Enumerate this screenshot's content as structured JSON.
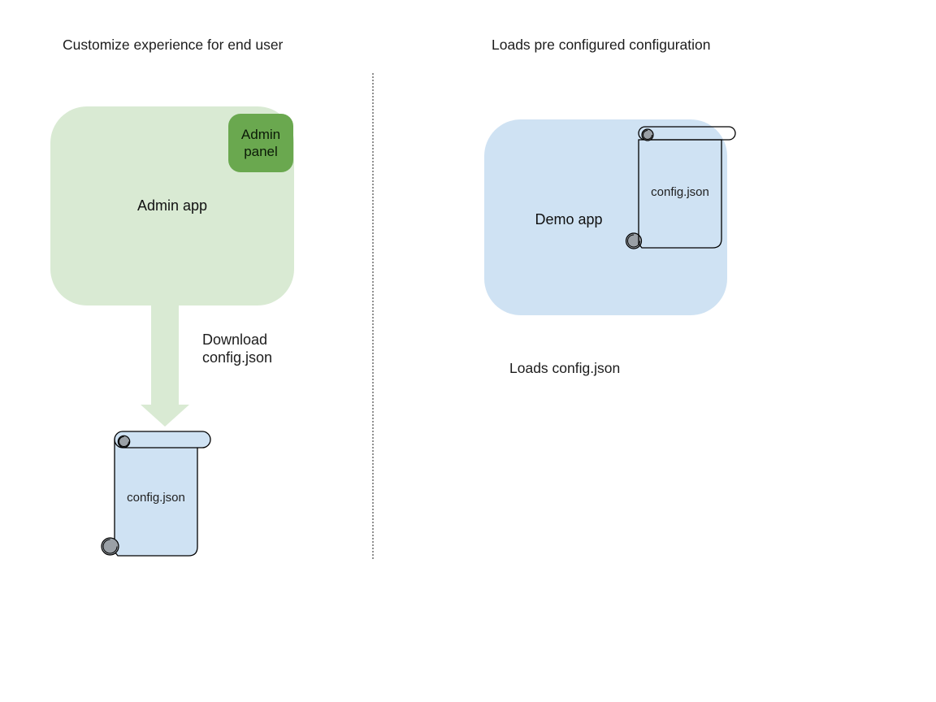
{
  "left": {
    "title": "Customize experience for end user",
    "admin_app_label": "Admin app",
    "admin_panel_label": "Admin panel",
    "arrow_label": "Download config.json",
    "config_file_label": "config.json"
  },
  "right": {
    "title": "Loads pre configured configuration",
    "demo_app_label": "Demo app",
    "config_file_label": "config.json",
    "caption": "Loads config.json"
  },
  "icons": {
    "download_arrow": "down-arrow-icon",
    "left_config_file": "scroll-document-icon",
    "right_config_file": "scroll-document-icon"
  },
  "colors": {
    "app_green": "#d9ead3",
    "panel_green": "#6aa84f",
    "app_blue": "#cfe2f3",
    "scroll_fill_blue": "#cfe2f3",
    "curl_gray": "#9aa0a6",
    "outline_black": "#000000",
    "divider_gray": "#8f8f8f",
    "background_white": "#ffffff"
  }
}
